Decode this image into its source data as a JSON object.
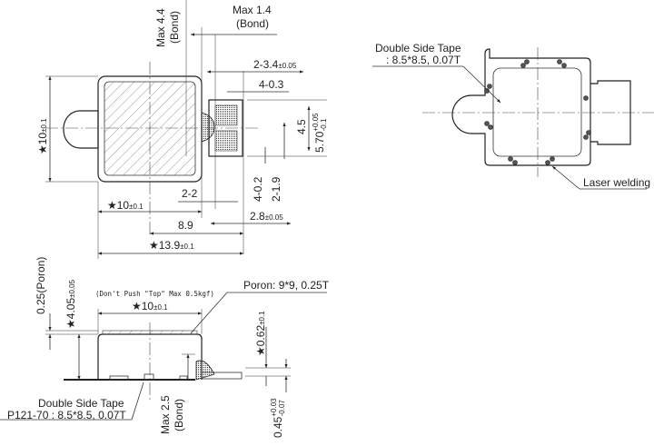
{
  "top_view": {
    "max_bond_top": {
      "main": "Max 4.4",
      "sub": "(Bond)"
    },
    "max_bond_right": {
      "main": "Max 1.4",
      "sub": "(Bond)"
    },
    "dim_2_3_4": {
      "main": "2-3.4",
      "tol": "±0.05"
    },
    "dim_4_0_3": "4-0.3",
    "dim_height": {
      "main": "★10",
      "tol": "±0.1"
    },
    "dim_4_5": "4.5",
    "dim_5_70": {
      "main": "5.70",
      "tol_upper": "+0.05",
      "tol_lower": "-0.1"
    },
    "dim_2_2": "2-2",
    "dim_4_0_2": "4-0.2",
    "dim_2_1_9": "2-1.9",
    "dim_width": {
      "main": "★10",
      "tol": "±0.1"
    },
    "dim_2_8": {
      "main": "2.8",
      "tol": "±0.05"
    },
    "dim_8_9": "8.9",
    "dim_13_9": {
      "main": "★13.9",
      "tol": "±0.1"
    }
  },
  "side_view": {
    "poron_thickness": "0.25(Poron)",
    "dim_height": {
      "main": "★4.05",
      "tol": "±0.05"
    },
    "note": "(Don't Push \"Top\" Max 0.5kgf)",
    "dim_width": {
      "main": "★10",
      "tol": "±0.1"
    },
    "poron_label": "Poron: 9*9, 0.25T",
    "dim_0_62": {
      "main": "★0.62",
      "tol": "±0.1"
    },
    "tape_label_1": "Double Side Tape",
    "tape_label_2": "P121-70 : 8.5*8.5, 0.07T",
    "max_bond": {
      "main": "Max 2.5",
      "sub": "(Bond)"
    },
    "dim_0_45": {
      "main": "0.45",
      "tol_upper": "+0.03",
      "tol_lower": "-0.07"
    }
  },
  "back_view": {
    "tape_label_1": "Double Side Tape",
    "tape_label_2": ": 8.5*8.5, 0.07T",
    "laser_label": "Laser welding"
  }
}
